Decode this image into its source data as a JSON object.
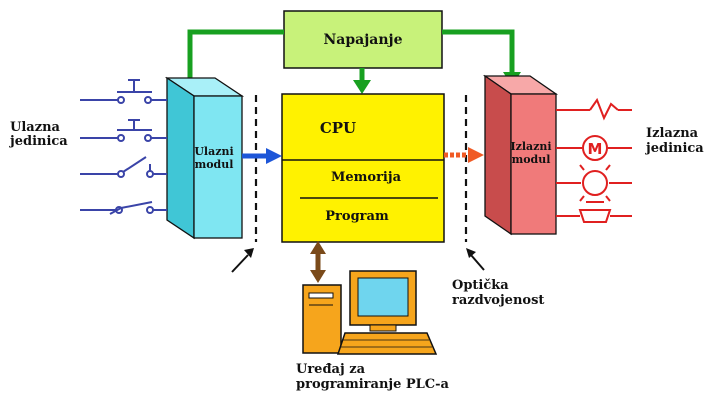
{
  "labels": {
    "power": "Napajanje",
    "cpu": "CPU",
    "memory": "Memorija",
    "program": "Program",
    "input_module": [
      "Ulazni",
      "modul"
    ],
    "output_module": [
      "Izlazni",
      "modul"
    ],
    "input_unit": [
      "Ulazna",
      "jedinica"
    ],
    "output_unit": [
      "Izlazna",
      "jedinica"
    ],
    "optical": [
      "Optička",
      "razdvojenost"
    ],
    "programmer": [
      "Uređaj za",
      "programiranje PLC-a"
    ],
    "motor_symbol": "M"
  },
  "colors": {
    "power_fill": "#c8f27a",
    "cpu_fill": "#fff200",
    "input_module_front": "#7fe6f2",
    "input_module_side": "#40c6d6",
    "output_module_front": "#f07a7a",
    "output_module_side": "#c84c4c",
    "green_arrow": "#18a020",
    "blue_arrow": "#1d56d8",
    "orange_arrow": "#f05a24",
    "brown_arrow": "#7a4a1a",
    "switch_color": "#3a44a8",
    "load_color": "#e02020",
    "computer_orange": "#f6a51c",
    "screen_cyan": "#6fd5ee"
  }
}
